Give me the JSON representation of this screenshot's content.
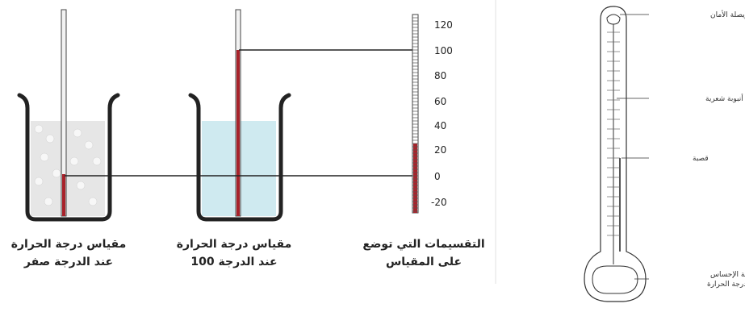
{
  "scale": {
    "values": [
      "120",
      "100",
      "80",
      "60",
      "40",
      "20",
      "0",
      "-20"
    ]
  },
  "captions": {
    "zero_line1": "مقياس درجة الحرارة",
    "zero_line2": "عند الدرجة صفر",
    "hundred_line1": "مقياس درجة الحرارة",
    "hundred_line2": "عند الدرجة 100",
    "scale_line1": "التقسيمات التي توضع",
    "scale_line2": "على المقياس"
  },
  "parts": {
    "safety_bulb": "بويصلة الأمان",
    "capillary": "أنبوبة شعرية",
    "stem": "قصبة",
    "sensing_bulb_line1": "بويصلة الإحساس",
    "sensing_bulb_line2": "بدرجة الحرارة"
  },
  "colors": {
    "mercury": "#a8222a",
    "ice_water": "#e6e6e6",
    "hot_water": "#cfeaf0",
    "beaker": "#222222"
  }
}
